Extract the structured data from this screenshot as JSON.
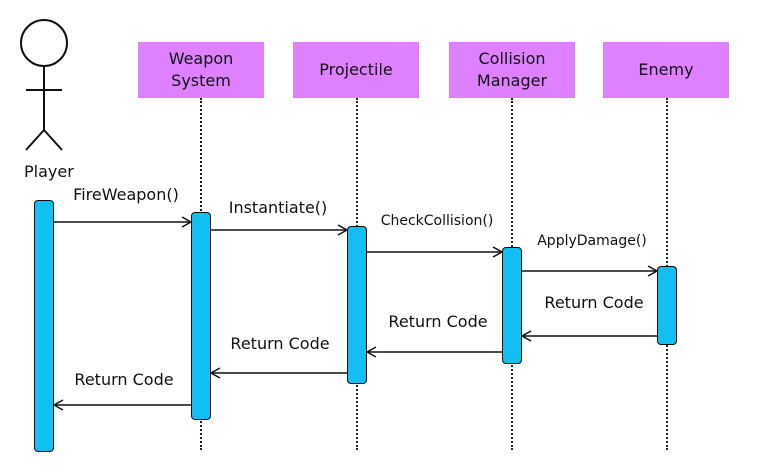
{
  "diagram": {
    "actor": {
      "label": "Player"
    },
    "participants": [
      {
        "id": "weapon",
        "label": "Weapon\nSystem"
      },
      {
        "id": "projectile",
        "label": "Projectile"
      },
      {
        "id": "collision",
        "label": "Collision\nManager"
      },
      {
        "id": "enemy",
        "label": "Enemy"
      }
    ],
    "messages": [
      {
        "from": "player",
        "to": "weapon",
        "label": "FireWeapon()",
        "kind": "call"
      },
      {
        "from": "weapon",
        "to": "projectile",
        "label": "Instantiate()",
        "kind": "call"
      },
      {
        "from": "projectile",
        "to": "collision",
        "label": "CheckCollision()",
        "kind": "call"
      },
      {
        "from": "collision",
        "to": "enemy",
        "label": "ApplyDamage()",
        "kind": "call"
      },
      {
        "from": "enemy",
        "to": "collision",
        "label": "Return Code",
        "kind": "return"
      },
      {
        "from": "collision",
        "to": "projectile",
        "label": "Return Code",
        "kind": "return"
      },
      {
        "from": "projectile",
        "to": "weapon",
        "label": "Return Code",
        "kind": "return"
      },
      {
        "from": "weapon",
        "to": "player",
        "label": "Return Code",
        "kind": "return"
      }
    ],
    "colors": {
      "participant_box": "#df80ff",
      "activation": "#12bef2",
      "line": "#111111"
    }
  }
}
